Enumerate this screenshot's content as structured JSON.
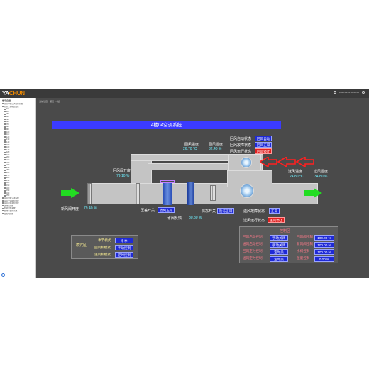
{
  "topbar": {
    "logo_a": "YA",
    "logo_b": "CHUN",
    "right_text": "2023-01-01 00:00:00"
  },
  "sidebar": {
    "title": "楼宇自控",
    "items": [
      {
        "label": "北区中央空调自控系统",
        "level": 1
      },
      {
        "label": "北区空调机组监控",
        "level": 1
      },
      {
        "label": "1F",
        "level": 2
      },
      {
        "label": "2F",
        "level": 2
      },
      {
        "label": "3F",
        "level": 2
      },
      {
        "label": "4F",
        "level": 2
      },
      {
        "label": "5F",
        "level": 2
      },
      {
        "label": "6F",
        "level": 2
      },
      {
        "label": "7F",
        "level": 2
      },
      {
        "label": "8F",
        "level": 2
      },
      {
        "label": "9F",
        "level": 2
      },
      {
        "label": "10F",
        "level": 2
      },
      {
        "label": "11F",
        "level": 2
      },
      {
        "label": "12F",
        "level": 2
      },
      {
        "label": "13F",
        "level": 2
      },
      {
        "label": "14F",
        "level": 2
      },
      {
        "label": "15F",
        "level": 2
      },
      {
        "label": "16F",
        "level": 2
      },
      {
        "label": "17F",
        "level": 2
      },
      {
        "label": "18F",
        "level": 2
      },
      {
        "label": "19F",
        "level": 2
      },
      {
        "label": "20F",
        "level": 2
      },
      {
        "label": "21F",
        "level": 2
      },
      {
        "label": "22F",
        "level": 2
      },
      {
        "label": "23F",
        "level": 2
      },
      {
        "label": "24F",
        "level": 2
      },
      {
        "label": "25F",
        "level": 2
      },
      {
        "label": "26F",
        "level": 2
      },
      {
        "label": "27F",
        "level": 2
      },
      {
        "label": "28F",
        "level": 2
      },
      {
        "label": "29F",
        "level": 2
      },
      {
        "label": "30F",
        "level": 2
      },
      {
        "label": "31F",
        "level": 2
      },
      {
        "label": "32F",
        "level": 2
      },
      {
        "label": "33F",
        "level": 2
      },
      {
        "label": "34F",
        "level": 2
      },
      {
        "label": "35F",
        "level": 2
      },
      {
        "label": "南区中央空调系统",
        "level": 1
      },
      {
        "label": "南区空调机组监控",
        "level": 1
      },
      {
        "label": "南区新风机组监控",
        "level": 1
      },
      {
        "label": "送排风系统",
        "level": 1
      },
      {
        "label": "照明监控系统",
        "level": 1
      },
      {
        "label": "给排水监控系统",
        "level": 1
      },
      {
        "label": "变配电系统",
        "level": 1
      }
    ]
  },
  "breadcrumb": "当前位置：首页 > 4楼",
  "banner": "4楼04空调系统",
  "readings": {
    "return_temp_label": "回风温度",
    "return_temp_value": "26.70 °C",
    "return_hum_label": "回风湿度",
    "return_hum_value": "32.40 %",
    "return_damper_label": "回风阀开度",
    "return_damper_value": "79.10 %",
    "fresh_damper_label": "新风阀开度",
    "fresh_damper_value": "79.40 %",
    "supply_temp_label": "送风温度",
    "supply_temp_value": "24.80 °C",
    "supply_hum_label": "送风湿度",
    "supply_hum_value": "34.80 %",
    "water_valve_label": "水阀反馈",
    "water_valve_value": "80.80 %"
  },
  "status": {
    "return_auto_label": "回风自动状态",
    "return_auto_value": "回风自动",
    "return_fault_label": "回风故障状态",
    "return_fault_value": "回风正常",
    "return_run_label": "回风运行状态",
    "return_run_value": "回风停止",
    "pressure_label": "压差开关",
    "pressure_value": "滤网正常",
    "frost_label": "防冻开关",
    "frost_value": "防冻正常",
    "supply_fault_label": "送风故障状态",
    "supply_fault_value": "正常",
    "supply_run_label": "送风运行状态",
    "supply_run_value": "送风停止"
  },
  "mode_panel": {
    "title": "模式区",
    "season_label": "季节模式",
    "season_value": "冬季",
    "return_mode_label": "回风机模式",
    "return_mode_value": "手动控制",
    "supply_mode_label": "送风机模式",
    "supply_mode_value": "定时控制"
  },
  "control_panel": {
    "title": "控制区",
    "rows": [
      {
        "l1": "回风启动控制",
        "v1": "手动关闭",
        "l2": "回风阀控制",
        "v2": "100.00 %"
      },
      {
        "l1": "送风启动控制",
        "v1": "手动关闭",
        "l2": "新风阀控制",
        "v2": "100.00 %"
      },
      {
        "l1": "回风定时控制",
        "v1": "定时关",
        "l2": "水阀控制",
        "v2": "100.00 %"
      },
      {
        "l1": "送风定时控制",
        "v1": "定时关",
        "l2": "湿度控制",
        "v2": "0.00 %"
      }
    ]
  },
  "colors": {
    "banner": "#3b3bff",
    "tag_blue": "#1f2ad6",
    "tag_red": "#e02020",
    "value_cyan": "#6ff0ff",
    "panel_text": "#f4e890"
  }
}
